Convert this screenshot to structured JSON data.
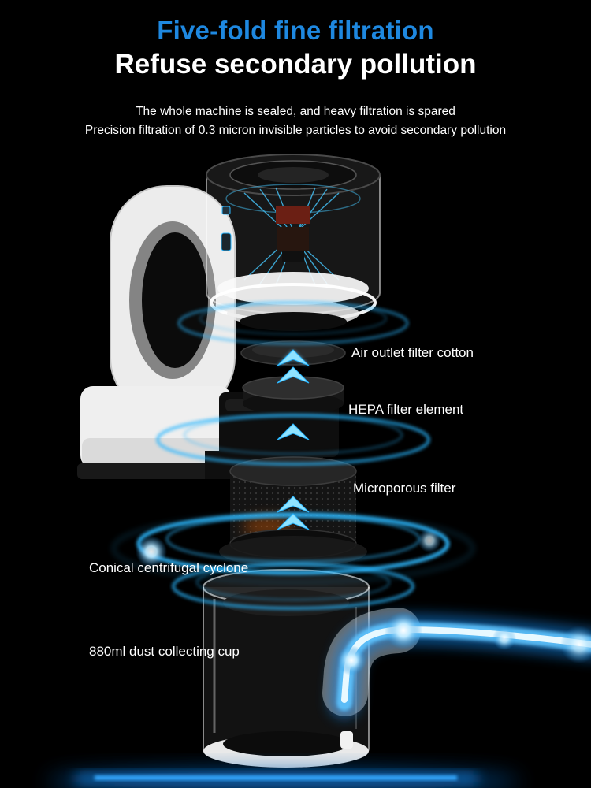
{
  "header": {
    "title": "Five-fold fine filtration",
    "subtitle": "Refuse secondary pollution",
    "description_line1": "The whole machine is sealed, and heavy filtration is spared",
    "description_line2": "Precision filtration of 0.3 micron invisible particles to avoid secondary pollution"
  },
  "callouts": [
    {
      "label": "Air outlet filter cotton"
    },
    {
      "label": "HEPA filter element"
    },
    {
      "label": "Microporous filter"
    },
    {
      "label": "Conical centrifugal cyclone"
    },
    {
      "label": "880ml dust collecting cup"
    }
  ],
  "colors": {
    "title_blue": "#1e88e0",
    "glow_cyan": "#2bb7ff",
    "background": "#000000"
  }
}
